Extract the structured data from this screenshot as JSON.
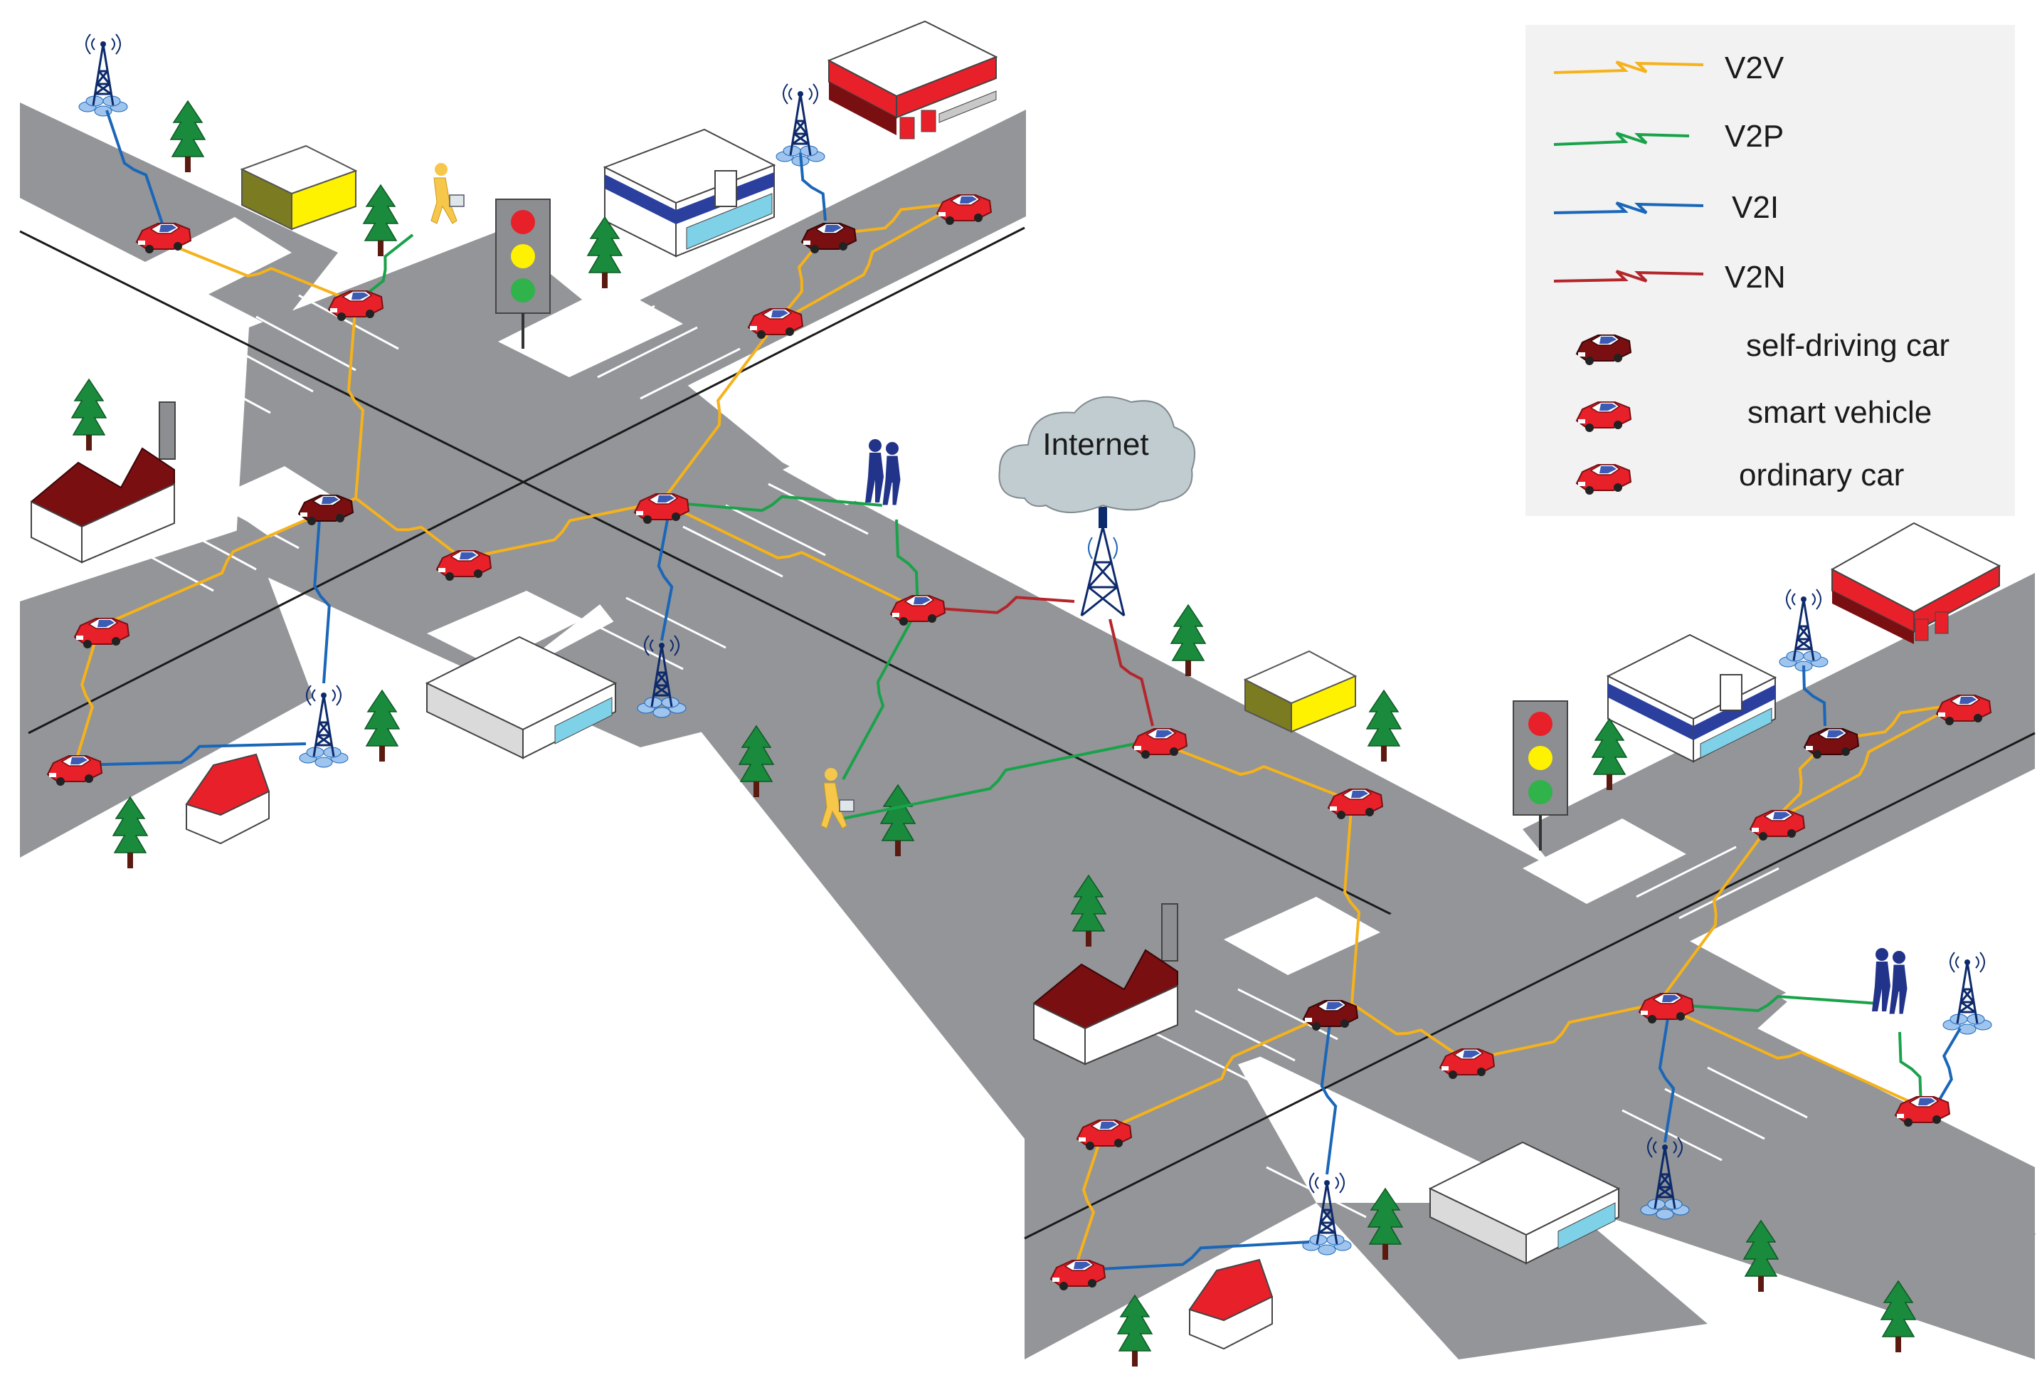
{
  "legend": {
    "items": [
      {
        "label": "V2V",
        "color": "#f5b21b"
      },
      {
        "label": "V2P",
        "color": "#1aa24a"
      },
      {
        "label": "V2I",
        "color": "#1a66b8"
      },
      {
        "label": "V2N",
        "color": "#b3262b"
      },
      {
        "label": "self-driving car",
        "icon": "self-driving-car-icon",
        "color": "#7a0f12"
      },
      {
        "label": "smart vehicle",
        "icon": "smart-vehicle-icon",
        "color": "#e8202a"
      },
      {
        "label": "ordinary car",
        "icon": "ordinary-car-icon",
        "color": "#e8202a"
      }
    ]
  },
  "cloud": {
    "label": "Internet"
  },
  "colors": {
    "road": "#939598",
    "sidewalk": "#ffffff",
    "v2v": "#f5b21b",
    "v2p": "#1aa24a",
    "v2i": "#1a66b8",
    "v2n": "#b3262b",
    "car_red": "#e8202a",
    "car_dark": "#7a0f12"
  }
}
